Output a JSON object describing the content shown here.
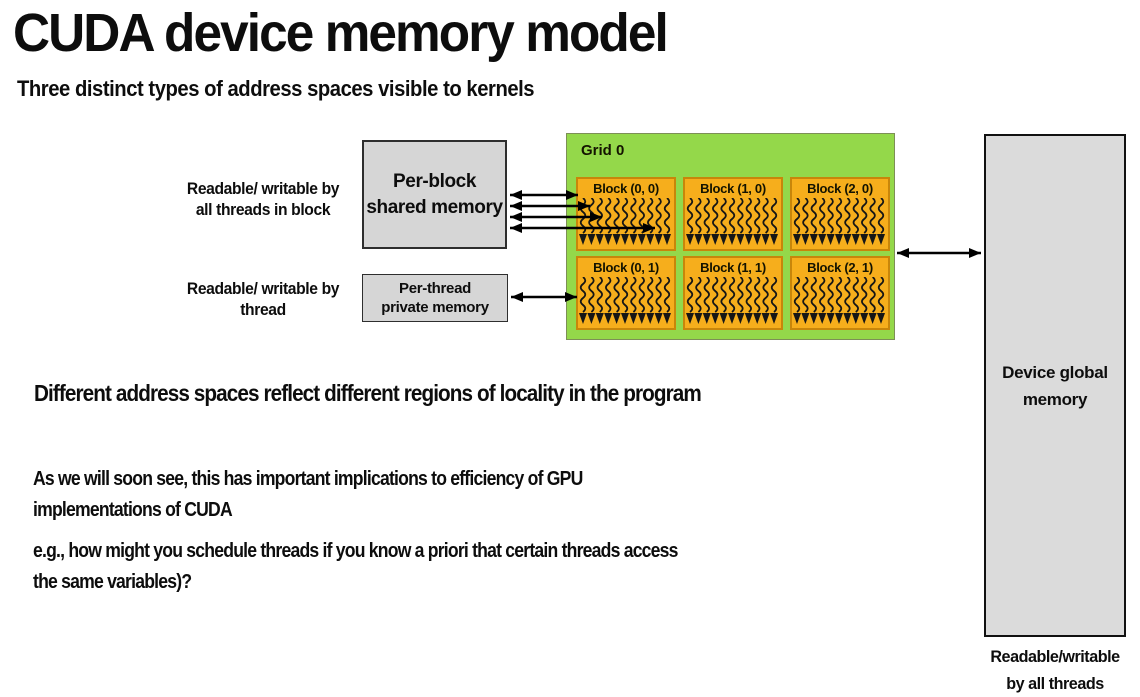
{
  "title": "CUDA device memory model",
  "subtitle": "Three distinct types of address spaces visible to kernels",
  "diagram": {
    "left_labels": {
      "shared_access": "Readable/ writable by\nall threads in block",
      "thread_access": "Readable/ writable by\nthread"
    },
    "boxes": {
      "per_block": "Per-block\nshared memory",
      "per_thread": "Per-thread\nprivate memory",
      "global": "Device global\nmemory",
      "global_caption": "Readable/writable\nby all threads"
    },
    "grid": {
      "label": "Grid 0",
      "blocks": [
        "Block (0, 0)",
        "Block (1, 0)",
        "Block (2, 0)",
        "Block (0, 1)",
        "Block (1, 1)",
        "Block (2, 1)"
      ]
    }
  },
  "body": {
    "statement": "Different address spaces reflect different regions of locality in the program",
    "para1": "As we will soon see, this has important implications to efficiency of GPU\nimplementations of CUDA",
    "para2": "e.g., how might you schedule threads if you know a priori that certain threads access\nthe same variables)?"
  },
  "colors": {
    "grid_green": "#94d84a",
    "block_orange": "#f6ae1c",
    "block_border": "#c8860a",
    "box_gray": "#d6d6d6",
    "global_gray": "#dbdbdb",
    "text_black": "#0d0d0d"
  }
}
